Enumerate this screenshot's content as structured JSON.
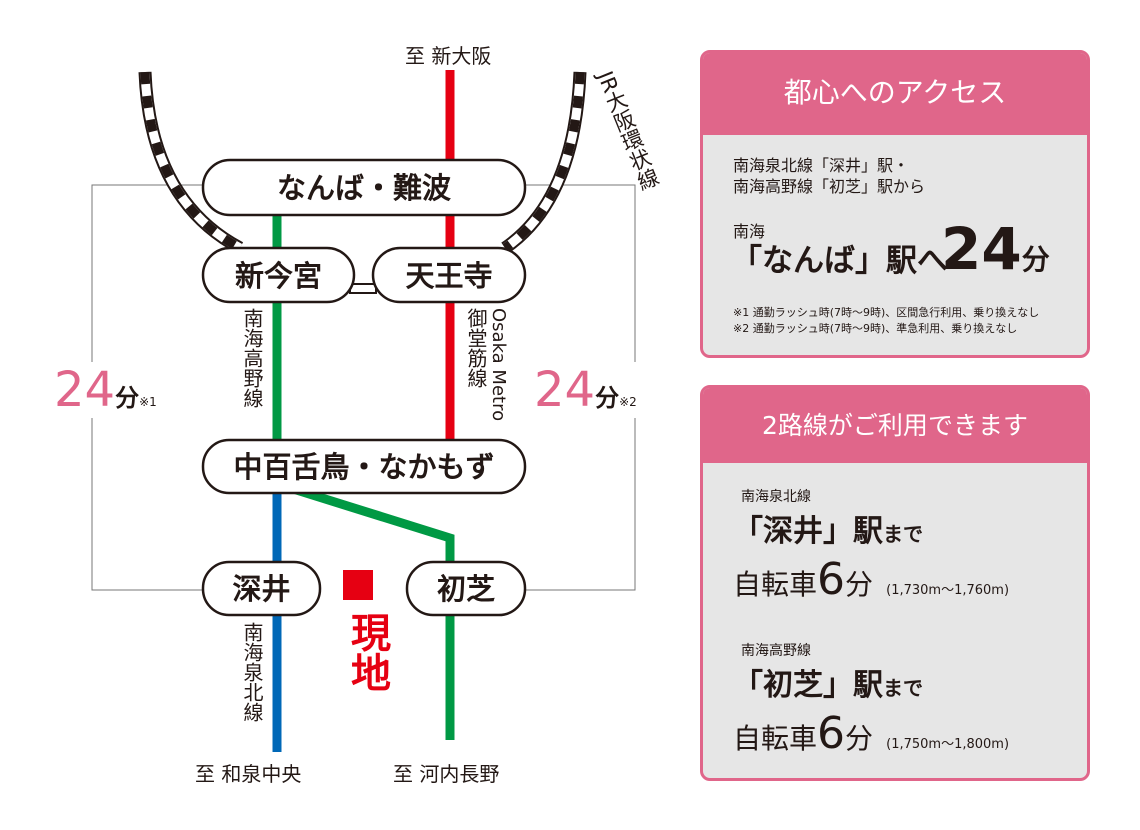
{
  "colors": {
    "accent": "#e0668a",
    "red_line": "#e60012",
    "green_line": "#009944",
    "blue_line": "#0068b7"
  },
  "map": {
    "to_shin_osaka": "至 新大阪",
    "jr_loop": "JR大阪環状線",
    "stations": {
      "namba": "なんば・難波",
      "shin_imamiya": "新今宮",
      "tennoji": "天王寺",
      "nakamozu": "中百舌鳥・なかもず",
      "fukai": "深井",
      "hatsushiba": "初芝"
    },
    "lines": {
      "koya": "南海高野線",
      "midosuji_en": "Osaka Metro",
      "midosuji": "御堂筋線",
      "senboku": "南海泉北線"
    },
    "left_time": {
      "value": "24",
      "unit": "分",
      "note": "※1"
    },
    "right_time": {
      "value": "24",
      "unit": "分",
      "note": "※2"
    },
    "site": "現地",
    "to_izumi": "至 和泉中央",
    "to_kawachinagano": "至 河内長野"
  },
  "panel1": {
    "title": "都心へのアクセス",
    "from1": "南海泉北線「深井」駅・",
    "from2": "南海高野線「初芝」駅から",
    "company": "南海",
    "dest": "「なんば」駅へ",
    "time": "24",
    "unit": "分",
    "note1": "※1 通勤ラッシュ時(7時～9時)、区間急行利用、乗り換えなし",
    "note2": "※2 通勤ラッシュ時(7時～9時)、準急利用、乗り換えなし"
  },
  "panel2": {
    "title": "2路線がご利用できます",
    "items": [
      {
        "line": "南海泉北線",
        "station": "「深井」駅",
        "made": "まで",
        "mode": "自転車",
        "time": "6",
        "unit": "分",
        "dist": "(1,730m～1,760m)"
      },
      {
        "line": "南海高野線",
        "station": "「初芝」駅",
        "made": "まで",
        "mode": "自転車",
        "time": "6",
        "unit": "分",
        "dist": "(1,750m～1,800m)"
      }
    ]
  }
}
